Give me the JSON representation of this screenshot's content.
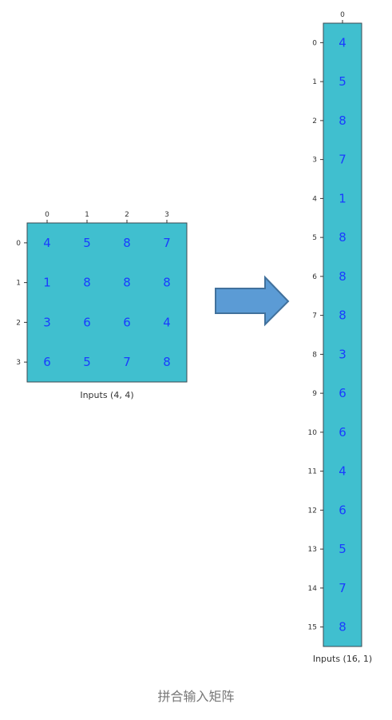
{
  "colors": {
    "cell_fill": "#40BFCF",
    "cell_stroke": "#3b4a52",
    "value_text": "#1a3cff",
    "arrow_fill": "#5b9bd5",
    "arrow_stroke": "#41719c"
  },
  "diagram": {
    "left_matrix": {
      "label": "Inputs (4, 4)",
      "col_ticks": [
        "0",
        "1",
        "2",
        "3"
      ],
      "row_ticks": [
        "0",
        "1",
        "2",
        "3"
      ],
      "rows": [
        [
          "4",
          "5",
          "8",
          "7"
        ],
        [
          "1",
          "8",
          "8",
          "8"
        ],
        [
          "3",
          "6",
          "6",
          "4"
        ],
        [
          "6",
          "5",
          "7",
          "8"
        ]
      ]
    },
    "arrow": {
      "icon": "right-arrow-icon"
    },
    "right_matrix": {
      "label": "Inputs (16, 1)",
      "col_ticks": [
        "0"
      ],
      "row_ticks": [
        "0",
        "1",
        "2",
        "3",
        "4",
        "5",
        "6",
        "7",
        "8",
        "9",
        "10",
        "11",
        "12",
        "13",
        "14",
        "15"
      ],
      "values": [
        "4",
        "5",
        "8",
        "7",
        "1",
        "8",
        "8",
        "8",
        "3",
        "6",
        "6",
        "4",
        "6",
        "5",
        "7",
        "8"
      ]
    }
  },
  "caption": "拼合输入矩阵"
}
